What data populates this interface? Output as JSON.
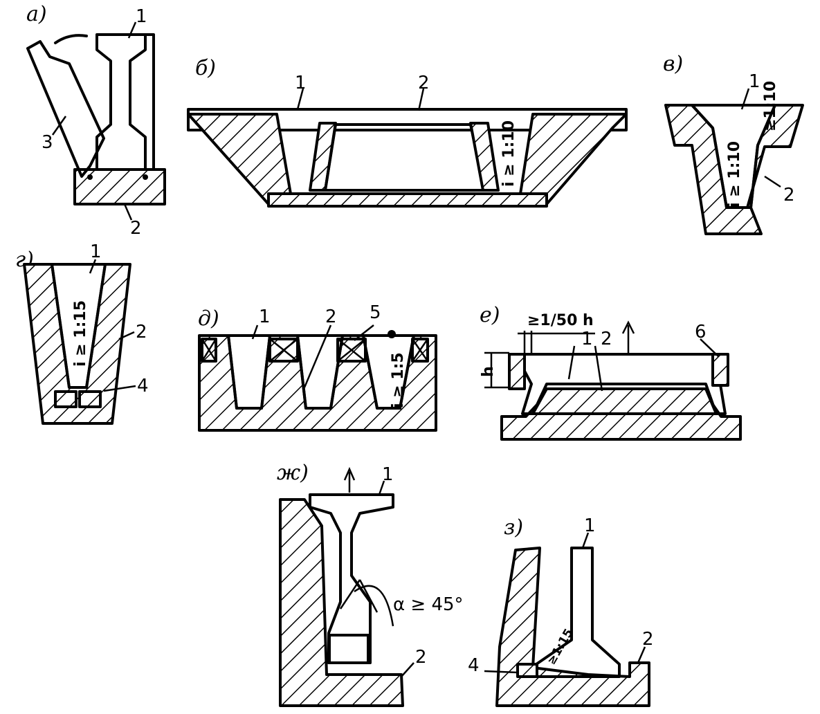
{
  "panels": {
    "a": {
      "label": "а)",
      "callouts": [
        "1",
        "2",
        "3"
      ]
    },
    "b": {
      "label": "б)",
      "callouts": [
        "1",
        "2"
      ],
      "slope": "i ≥ 1:10"
    },
    "v": {
      "label": "в)",
      "callouts": [
        "1",
        "2"
      ],
      "slope_inner": "i ≥ 1:10",
      "slope_outer": "≥1:10"
    },
    "g": {
      "label": "г)",
      "callouts": [
        "1",
        "2",
        "4"
      ],
      "slope": "i ≥ 1:15"
    },
    "d": {
      "label": "д)",
      "callouts": [
        "1",
        "2",
        "5"
      ],
      "slope": "i ≥ 1:5"
    },
    "e": {
      "label": "е)",
      "callouts": [
        "1",
        "2",
        "6"
      ],
      "dimension": "≥1/50 h",
      "height_symbol": "h"
    },
    "zh": {
      "label": "ж)",
      "callouts": [
        "1",
        "2"
      ],
      "angle": "α ≥ 45°"
    },
    "z": {
      "label": "з)",
      "callouts": [
        "1",
        "2",
        "4"
      ],
      "slope": "≥1:15"
    }
  }
}
